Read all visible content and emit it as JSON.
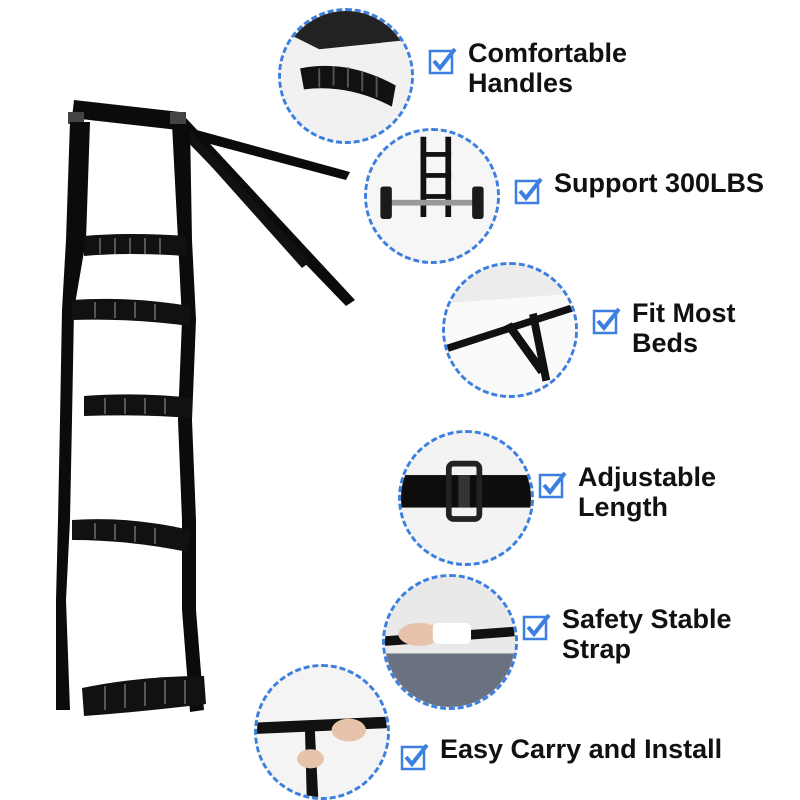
{
  "colors": {
    "accent": "#3c7fe0",
    "strap": "#0b0b0b",
    "text": "#111111"
  },
  "features": [
    {
      "text": "Comfortable\nHandles",
      "icon": "checkbox-icon"
    },
    {
      "text": "Support 300LBS",
      "icon": "checkbox-icon"
    },
    {
      "text": "Fit Most\nBeds",
      "icon": "checkbox-icon"
    },
    {
      "text": "Adjustable\nLength",
      "icon": "checkbox-icon"
    },
    {
      "text": "Safety Stable\nStrap",
      "icon": "checkbox-icon"
    },
    {
      "text": "Easy Carry and Install",
      "icon": "checkbox-icon"
    }
  ]
}
